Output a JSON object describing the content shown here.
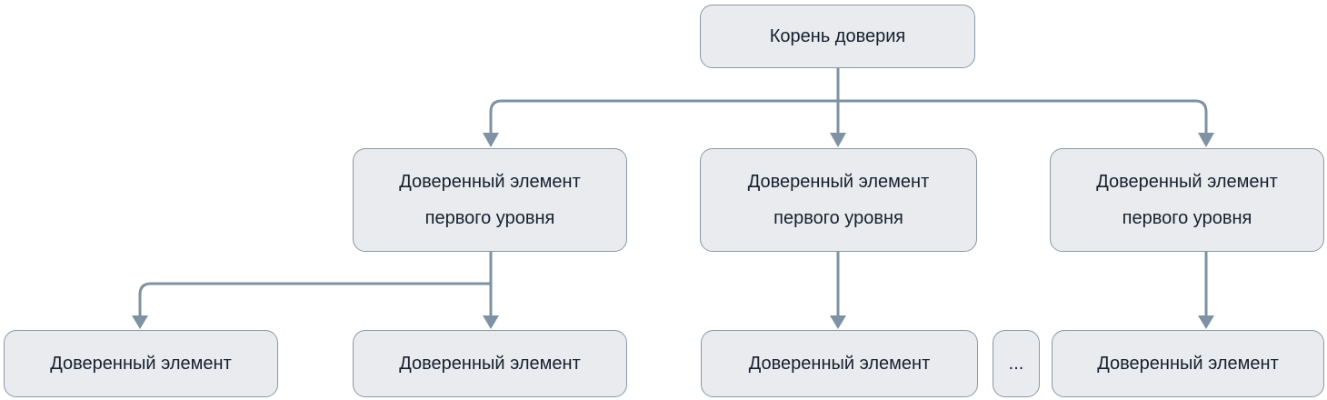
{
  "colors": {
    "background": "#ffffff",
    "node_fill": "#e9ebee",
    "node_border": "#8b99a6",
    "connector": "#7e92a3",
    "text": "#17202e"
  },
  "diagram": {
    "type": "tree",
    "root": {
      "id": "root",
      "label": "Корень доверия"
    },
    "level1": [
      {
        "id": "l1a",
        "lines": [
          "Доверенный элемент",
          "первого уровня"
        ]
      },
      {
        "id": "l1b",
        "lines": [
          "Доверенный элемент",
          "первого уровня"
        ]
      },
      {
        "id": "l1c",
        "lines": [
          "Доверенный элемент",
          "первого уровня"
        ]
      }
    ],
    "level2": [
      {
        "id": "l2a",
        "label": "Доверенный элемент"
      },
      {
        "id": "l2b",
        "label": "Доверенный элемент"
      },
      {
        "id": "l2c",
        "label": "Доверенный элемент"
      },
      {
        "id": "dots",
        "label": "..."
      },
      {
        "id": "l2d",
        "label": "Доверенный элемент"
      }
    ],
    "edges": [
      {
        "from": "root",
        "to": "l1a"
      },
      {
        "from": "root",
        "to": "l1b"
      },
      {
        "from": "root",
        "to": "l1c"
      },
      {
        "from": "l1a",
        "to": "l2a"
      },
      {
        "from": "l1a",
        "to": "l2b"
      },
      {
        "from": "l1b",
        "to": "l2c"
      },
      {
        "from": "l1c",
        "to": "l2d"
      }
    ]
  }
}
